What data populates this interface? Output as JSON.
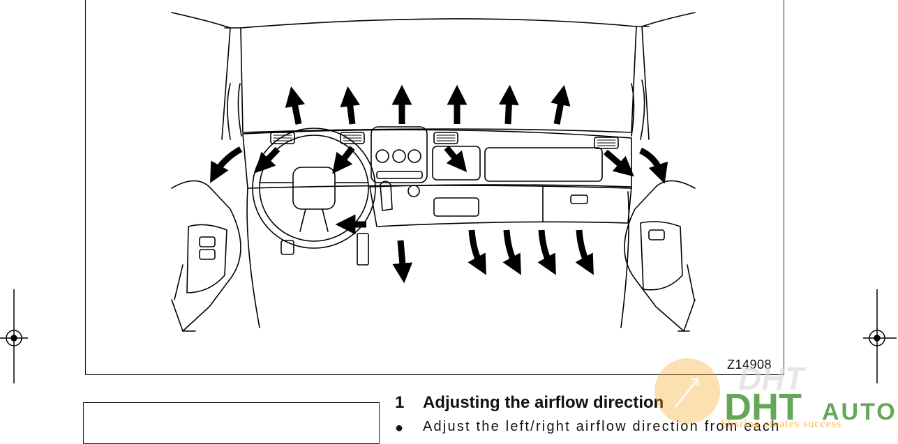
{
  "figure": {
    "code": "Z14908"
  },
  "section": {
    "number": "1",
    "title": "Adjusting the airflow direction"
  },
  "body": {
    "bullet": "●",
    "text": "Adjust the left/right airflow direction from each"
  },
  "watermark": {
    "brand": "DHT",
    "word": "AUTO",
    "tagline": "Sharing creates success",
    "colors": {
      "orange": "#f5a623",
      "green": "#4a9a3a",
      "gray": "#cfcfcf"
    }
  }
}
